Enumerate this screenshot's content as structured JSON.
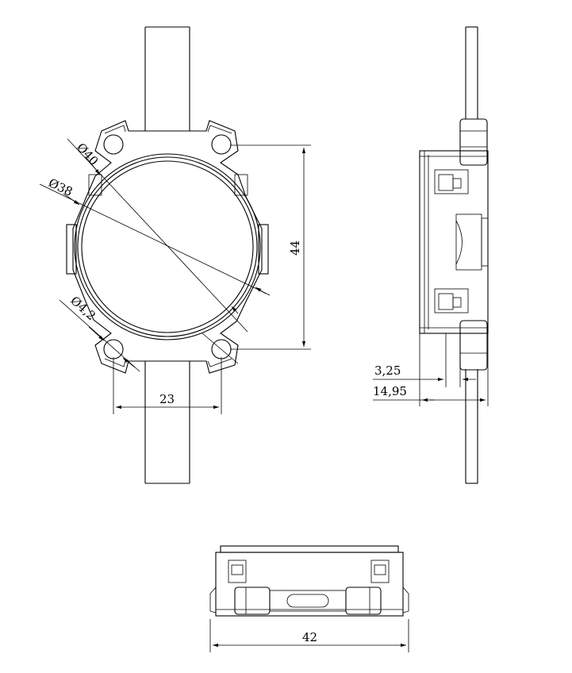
{
  "drawing": {
    "dimensions": {
      "dia_40": "40",
      "dia_38": "38",
      "dia_4_2": "4,2",
      "dia_symbol": "Ø",
      "height_44": "44",
      "spacing_23": "23",
      "depth_3_25": "3,25",
      "depth_14_95": "14,95",
      "width_42": "42"
    }
  }
}
